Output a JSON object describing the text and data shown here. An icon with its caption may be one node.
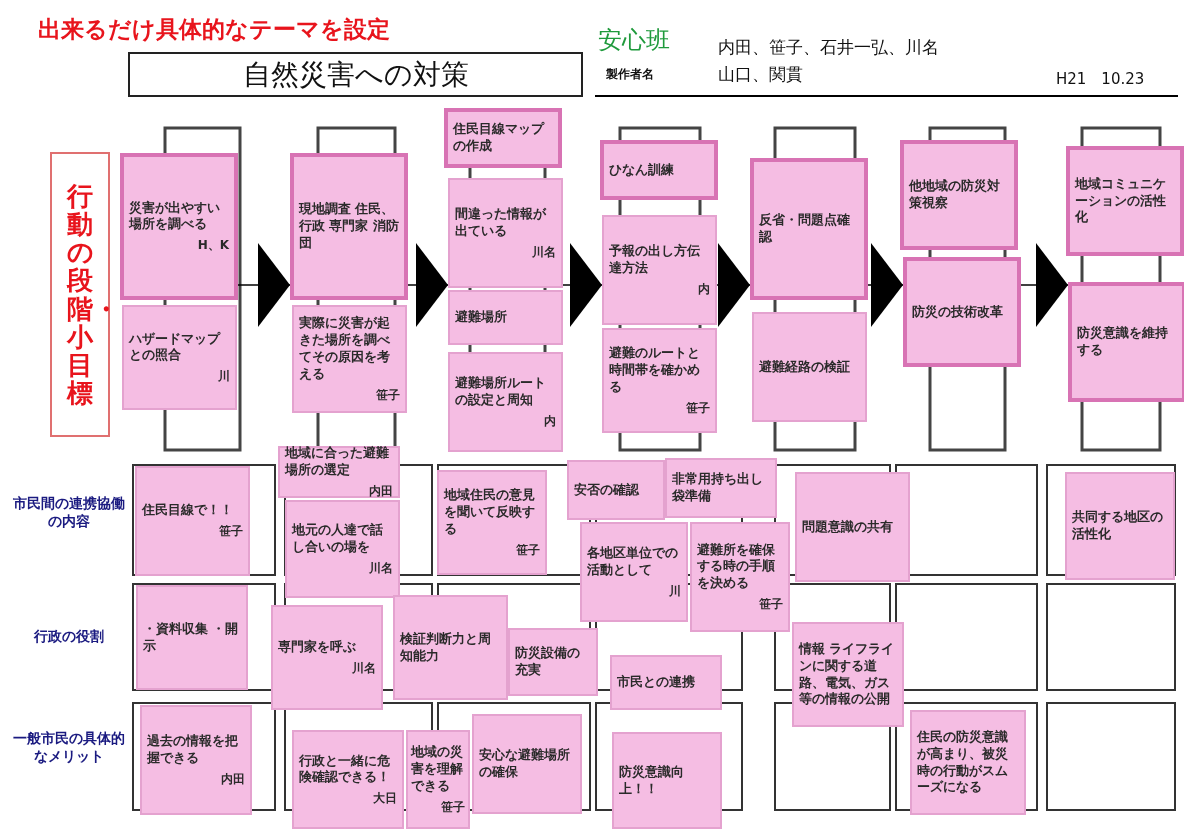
{
  "diagram": {
    "title": "出来るだけ具体的なテーマを設定",
    "nodes": [
      {
        "text": [
          "自然災害への対策"
        ]
      },
      {
        "text": [
          "行動の段階・小目標"
        ]
      },
      {
        "text": [
          "災害が出やすい場所を調べる",
          "H、K"
        ]
      },
      {
        "text": [
          "ハザードマップとの照合",
          "川"
        ]
      },
      {
        "text": [
          "現地調査 住民、行政 専門家 消防団"
        ]
      },
      {
        "text": [
          "実際に災害が起きた場所を調べてその原因を考える",
          "笹子"
        ]
      },
      {
        "text": [
          "住民目線マップの作成"
        ]
      },
      {
        "text": [
          "間違った情報が出ている",
          "川名"
        ]
      },
      {
        "text": [
          "避難場所"
        ]
      },
      {
        "text": [
          "避難場所ルートの設定と周知",
          "内"
        ]
      },
      {
        "text": [
          "ひなん訓練"
        ]
      },
      {
        "text": [
          "予報の出し方伝達方法",
          "内"
        ]
      },
      {
        "text": [
          "避難のルートと時間帯を確かめる",
          "笹子"
        ]
      },
      {
        "text": [
          "反省・問題点確認"
        ]
      },
      {
        "text": [
          "避難経路の検証"
        ]
      },
      {
        "text": [
          "他地域の防災対策視察"
        ]
      },
      {
        "text": [
          "防災の技術改革"
        ]
      },
      {
        "text": [
          "地域コミュニケーションの活性化"
        ]
      },
      {
        "text": [
          "防災意識を維持する"
        ]
      },
      {
        "text": [
          "住民目線で！！",
          "笹子"
        ]
      },
      {
        "text": [
          "地域に合った避難場所の選定",
          "内田"
        ]
      },
      {
        "text": [
          "地元の人達で話し合いの場を",
          "川名"
        ]
      },
      {
        "text": [
          "地域住民の意見を聞いて反映する",
          "笹子"
        ]
      },
      {
        "text": [
          "安否の確認"
        ]
      },
      {
        "text": [
          "非常用持ち出し袋準備"
        ]
      },
      {
        "text": [
          "各地区単位での活動として",
          "川"
        ]
      },
      {
        "text": [
          "避難所を確保する時の手順を決める",
          "笹子"
        ]
      },
      {
        "text": [
          "問題意識の共有"
        ]
      },
      {
        "text": [
          "共同する地区の活性化"
        ]
      },
      {
        "text": [
          "・資料収集 ・開示"
        ]
      },
      {
        "text": [
          "専門家を呼ぶ",
          "川名"
        ]
      },
      {
        "text": [
          "検証判断力と周知能力"
        ]
      },
      {
        "text": [
          "防災設備の充実"
        ]
      },
      {
        "text": [
          "市民との連携"
        ]
      },
      {
        "text": [
          "情報 ライフラインに関する道路、電気、ガス等の情報の公開"
        ]
      },
      {
        "text": [
          "過去の情報を把握できる",
          "内田"
        ]
      },
      {
        "text": [
          "行政と一緒に危険確認できる！",
          "大日"
        ]
      },
      {
        "text": [
          "地域の災害を理解できる",
          "笹子"
        ]
      },
      {
        "text": [
          "安心な避難場所の確保"
        ]
      },
      {
        "text": [
          "防災意識向上！！"
        ]
      },
      {
        "text": [
          "住民の防災意識が高まり、被災時の行動がスムーズになる"
        ]
      }
    ],
    "edges": [
      {
        "from": 2,
        "to": 4,
        "arrow": "to"
      },
      {
        "from": 4,
        "to": 8,
        "arrow": "to"
      },
      {
        "from": 8,
        "to": 11,
        "arrow": "to"
      },
      {
        "from": 11,
        "to": 13,
        "arrow": "to"
      },
      {
        "from": 13,
        "to": 16,
        "arrow": "to"
      },
      {
        "from": 16,
        "to": 18,
        "arrow": "to"
      }
    ],
    "labels": [
      "安心班",
      "内田、笹子、石井一弘、川名",
      "製作者名",
      "山口、関貫",
      "H21　10.23",
      "市民間の連携協働の内容",
      "行政の役割",
      "一般市民の具体的なメリット"
    ]
  }
}
